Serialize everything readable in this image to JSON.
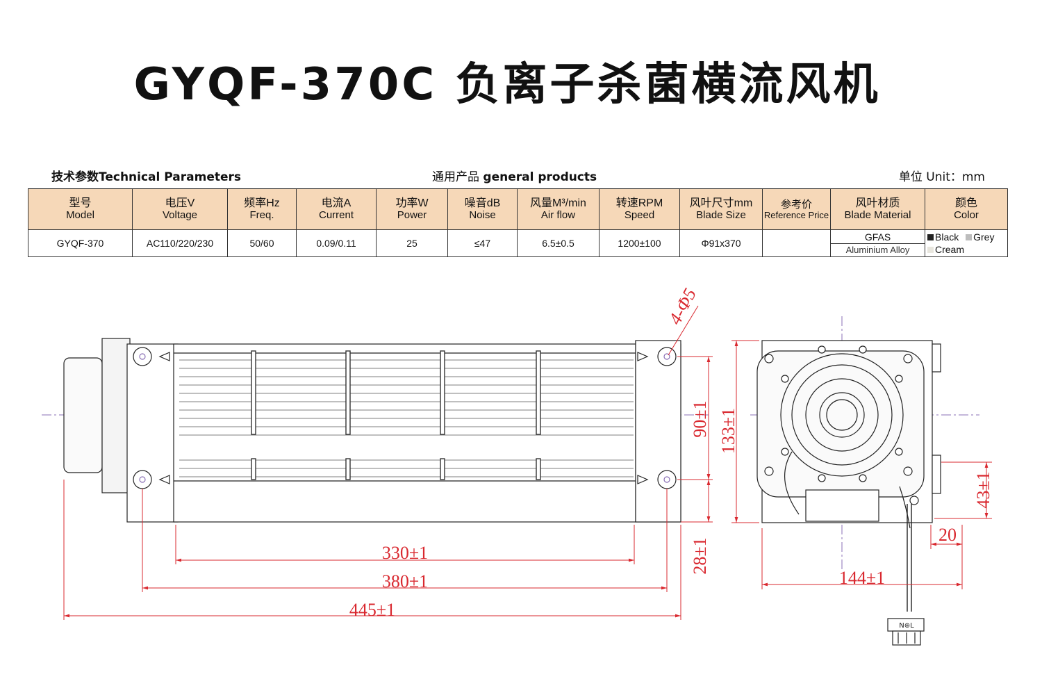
{
  "title": "GYQF-370C 负离子杀菌横流风机",
  "header": {
    "left_cn": "技术参数",
    "left_en": "Technical Parameters",
    "center_cn": "通用产品",
    "center_en": "general products",
    "right_cn": "单位",
    "right_en": "Unit：mm"
  },
  "table": {
    "columns": [
      {
        "cn": "型号",
        "en": "Model"
      },
      {
        "cn": "电压V",
        "en": "Voltage"
      },
      {
        "cn": "频率Hz",
        "en": "Freq."
      },
      {
        "cn": "电流A",
        "en": "Current"
      },
      {
        "cn": "功率W",
        "en": "Power"
      },
      {
        "cn": "噪音dB",
        "en": "Noise"
      },
      {
        "cn": "风量M³/min",
        "en": "Air flow"
      },
      {
        "cn": "转速RPM",
        "en": "Speed"
      },
      {
        "cn": "风叶尺寸mm",
        "en": "Blade Size"
      },
      {
        "cn": "参考价",
        "en": "Reference Price"
      },
      {
        "cn": "风叶材质",
        "en": "Blade Material"
      },
      {
        "cn": "颜色",
        "en": "Color"
      }
    ],
    "row": {
      "model": "GYQF-370",
      "voltage": "AC110/220/230",
      "freq": "50/60",
      "current": "0.09/0.11",
      "power": "25",
      "noise": "≤47",
      "airflow": "6.5±0.5",
      "speed": "1200±100",
      "blade_size": "Φ91x370",
      "price": "",
      "material_top": "GFAS",
      "material_bottom": "Aluminium Alloy",
      "colors": [
        {
          "name": "Black",
          "swatch": "#222222"
        },
        {
          "name": "Grey",
          "swatch": "#bdbdbd"
        },
        {
          "name": "Cream",
          "swatch": "#e8e6de"
        }
      ]
    }
  },
  "dimensions": {
    "d330": "330±1",
    "d380": "380±1",
    "d445": "445±1",
    "d90": "90±1",
    "d133": "133±1",
    "d28": "28±1",
    "d43": "43±1",
    "d20": "20",
    "d144": "144±1",
    "holes": "4-Φ5",
    "connector": "N⊕L"
  },
  "colors": {
    "dimension_line": "#d9282f",
    "center_line": "#8a6fb5",
    "header_fill": "#f6d8b8"
  }
}
